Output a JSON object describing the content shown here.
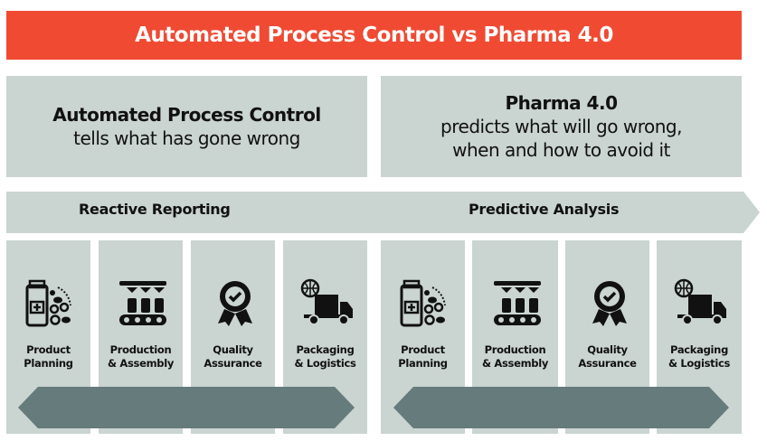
{
  "title": "Automated Process Control vs Pharma 4.0",
  "left_box": {
    "heading": "Automated Process Control",
    "line1": "tells what has gone wrong"
  },
  "right_box": {
    "heading": "Pharma 4.0",
    "line1": "predicts what will go wrong,",
    "line2": "when and how to avoid it"
  },
  "band": {
    "left_label": "Reactive Reporting",
    "right_label": "Predictive Analysis"
  },
  "stages": [
    {
      "line1": "Product",
      "line2": "Planning",
      "icon": "pill-bottle-icon"
    },
    {
      "line1": "Production",
      "line2": "& Assembly",
      "icon": "conveyor-icon"
    },
    {
      "line1": "Quality",
      "line2": "Assurance",
      "icon": "award-badge-icon"
    },
    {
      "line1": "Packaging",
      "line2": "& Logistics",
      "icon": "delivery-truck-icon"
    }
  ],
  "colors": {
    "accent": "#f04a33",
    "panel": "#cad4d1",
    "arrow": "#667b7b"
  }
}
